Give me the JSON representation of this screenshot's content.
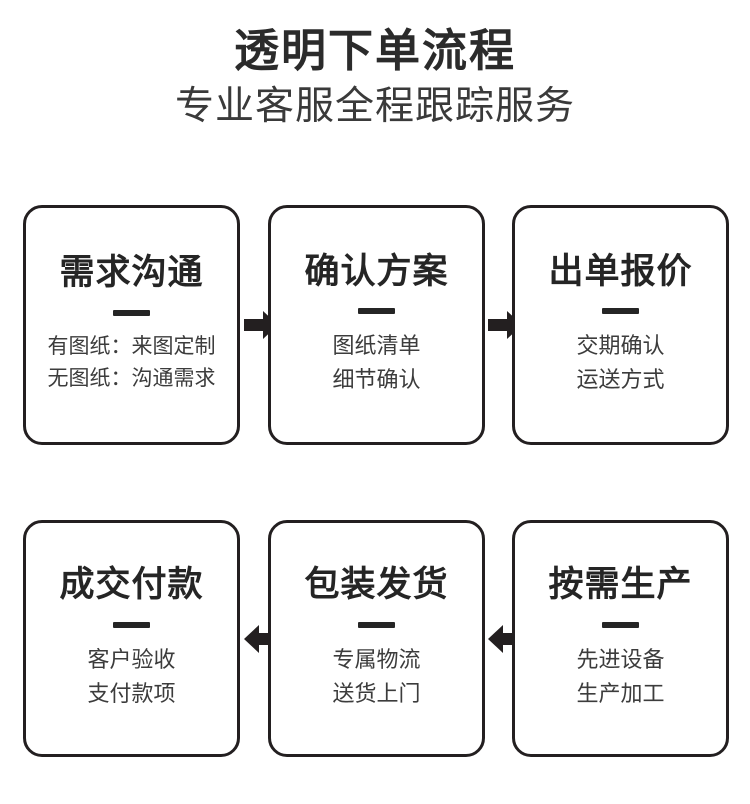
{
  "header": {
    "title": "透明下单流程",
    "subtitle": "专业客服全程跟踪服务"
  },
  "colors": {
    "background": "#ffffff",
    "border": "#231f20",
    "title_text": "#2b2b2b",
    "node_title_text": "#252525",
    "node_body_text": "#3c3c3c",
    "arrow": "#231f20"
  },
  "flow": {
    "rows": [
      {
        "direction": "left-to-right",
        "nodes": [
          {
            "title": "需求沟通",
            "lines": [
              "有图纸：来图定制",
              "无图纸：沟通需求"
            ]
          },
          {
            "title": "确认方案",
            "lines": [
              "图纸清单",
              "细节确认"
            ]
          },
          {
            "title": "出单报价",
            "lines": [
              "交期确认",
              "运送方式"
            ]
          }
        ],
        "arrows": [
          "arrow-right-icon",
          "arrow-right-icon"
        ]
      },
      {
        "direction": "right-to-left",
        "nodes": [
          {
            "title": "成交付款",
            "lines": [
              "客户验收",
              "支付款项"
            ]
          },
          {
            "title": "包装发货",
            "lines": [
              "专属物流",
              "送货上门"
            ]
          },
          {
            "title": "按需生产",
            "lines": [
              "先进设备",
              "生产加工"
            ]
          }
        ],
        "arrows": [
          "arrow-left-icon",
          "arrow-left-icon"
        ]
      }
    ],
    "connector": "arrow-down-icon"
  }
}
